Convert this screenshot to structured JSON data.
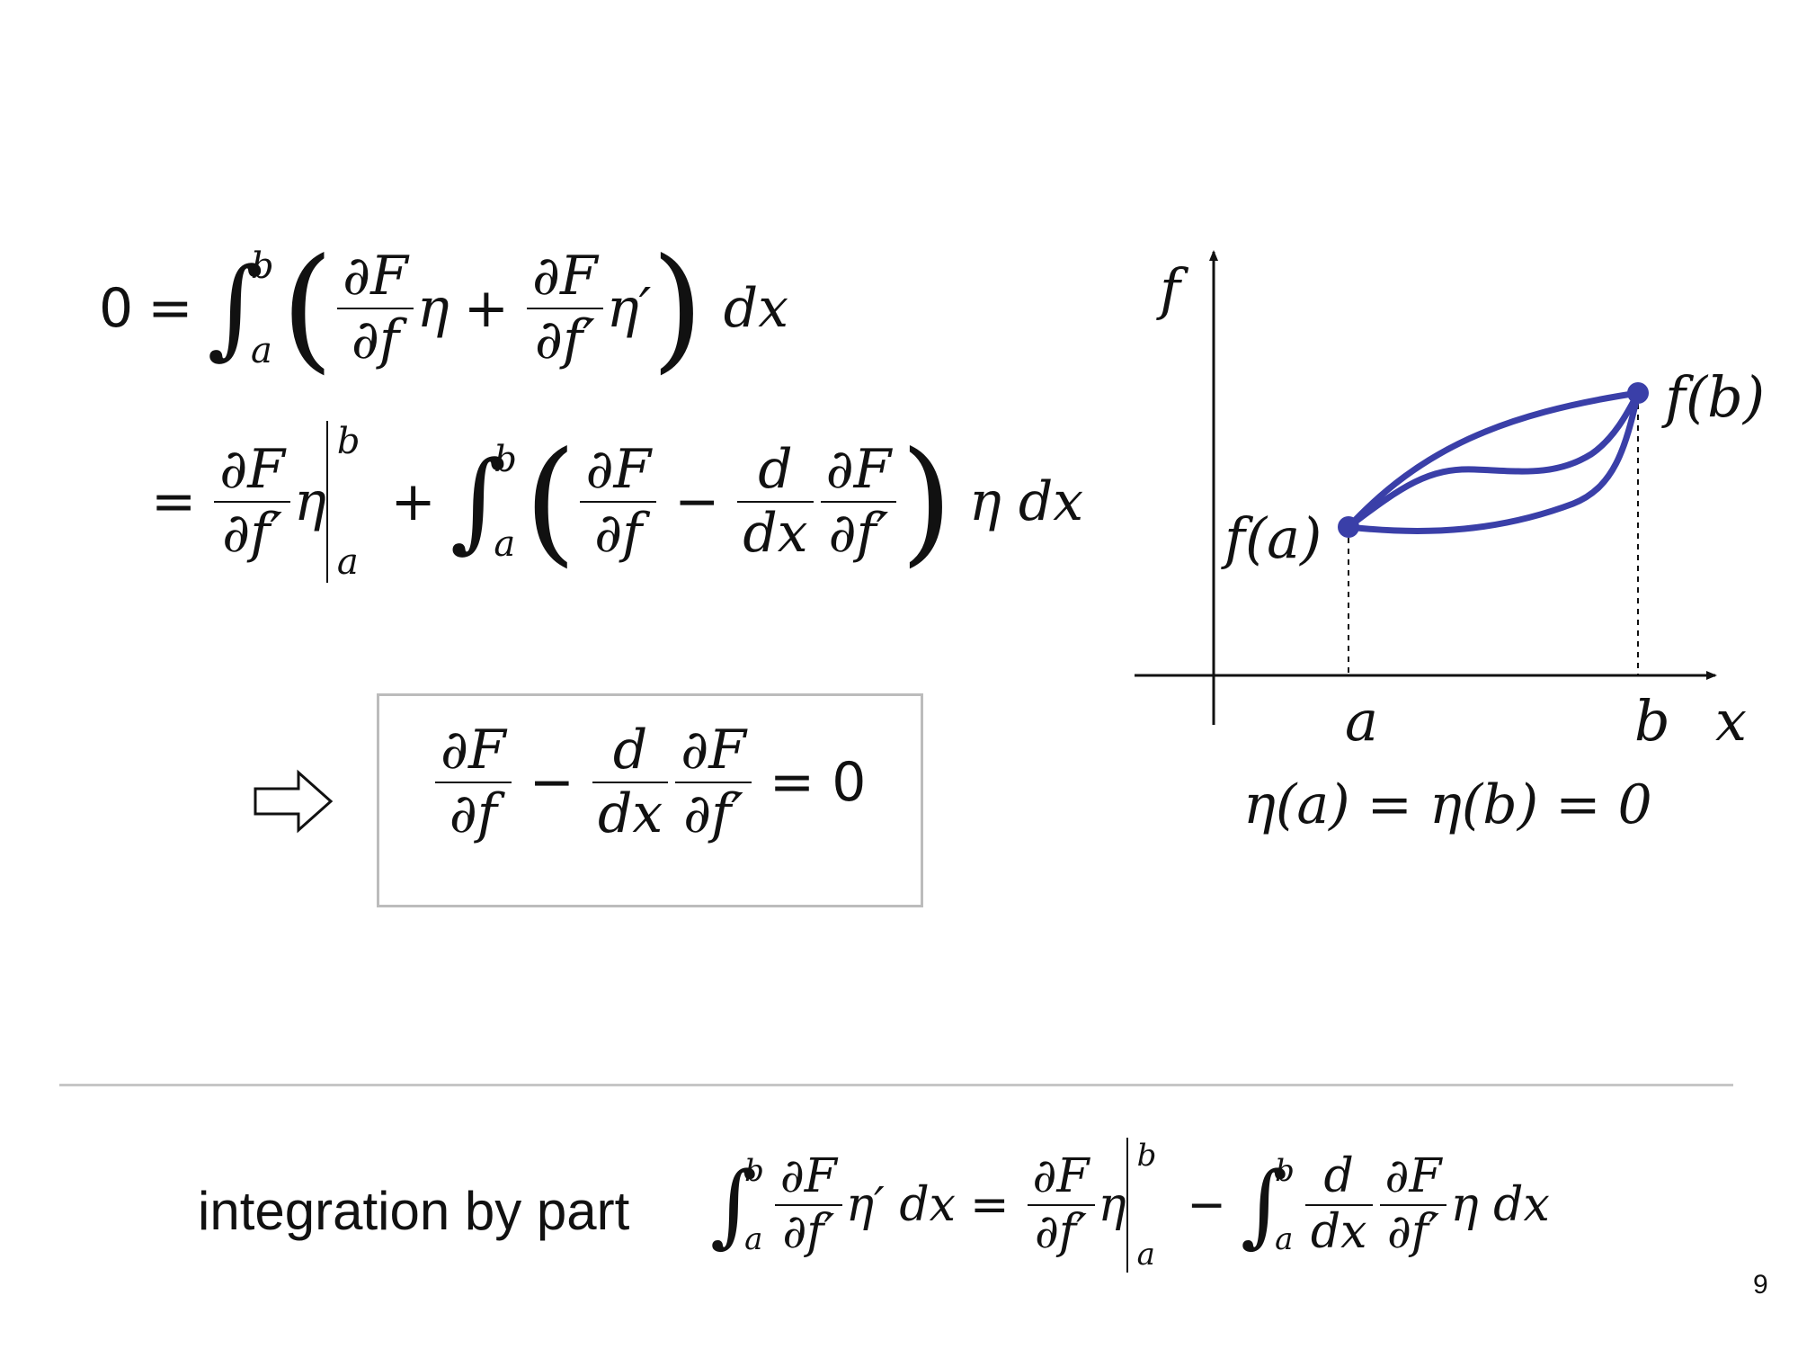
{
  "slide": {
    "page_number": "9",
    "caption": "integration by part"
  },
  "equation1": {
    "zero": "0",
    "equals": "=",
    "int_lower": "a",
    "int_upper": "b",
    "partial_F": "∂F",
    "partial_f": "∂f",
    "partial_fprime": "∂f′",
    "eta": "η",
    "eta_prime": "η′",
    "plus": "+",
    "dx": "dx"
  },
  "equation2": {
    "equals": "=",
    "eval_lower": "a",
    "eval_upper": "b",
    "plus": "+",
    "minus": "−",
    "d": "d",
    "eta_dx": "η dx"
  },
  "boxed": {
    "arrow_icon": "implies-arrow-icon",
    "rhs": "= 0"
  },
  "graph": {
    "y_axis_label": "f",
    "x_axis_label": "x",
    "tick_a": "a",
    "tick_b": "b",
    "point_a_label": "f(a)",
    "point_b_label": "f(b)",
    "curve_color": "#3a3fa8",
    "boundary_condition": "η(a) = η(b) = 0"
  },
  "bottom_equation": {
    "int_lower": "a",
    "int_upper": "b",
    "lhs_tail": "η′ dx",
    "equals": "=",
    "minus": "−",
    "eta": "η",
    "eta_dx": "η dx"
  }
}
